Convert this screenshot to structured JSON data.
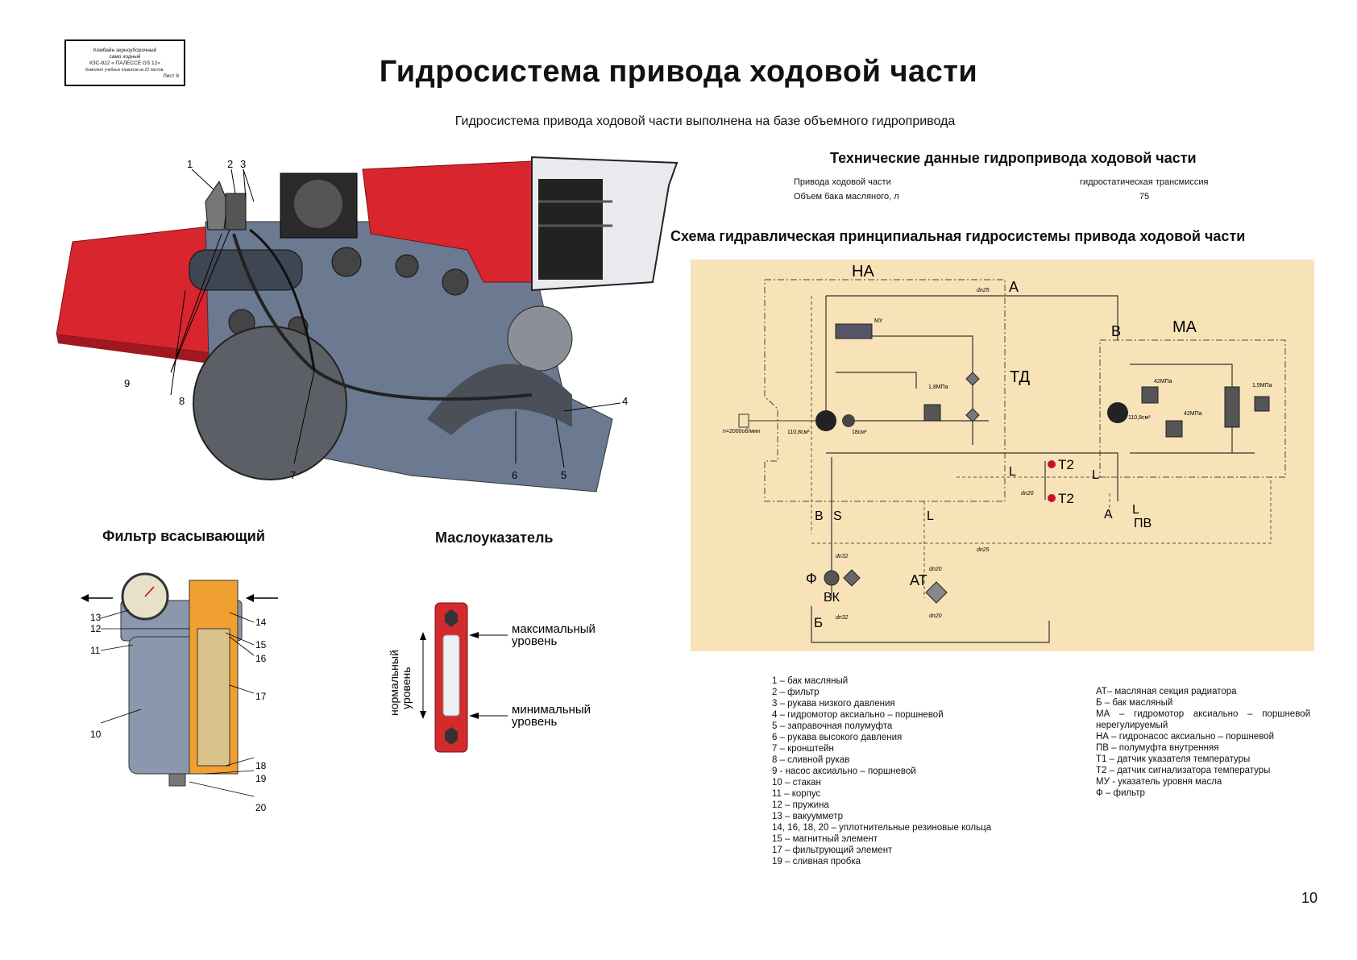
{
  "stamp": {
    "line1": "Комбайн зерноуборочный",
    "line2": "само ходный",
    "line3": "КЗС-812  « ПАЛЕССЕ GS 12»",
    "line4": "Комплект учебных плакатов из 22 листов.",
    "sheet": "Лист 8"
  },
  "title": "Гидросистема привода ходовой части",
  "subtitle": "Гидросистема привода ходовой части выполнена на базе объемного гидропривода",
  "tech": {
    "title": "Технические данные гидропривода ходовой части",
    "rows": [
      {
        "key": "Привода ходовой части",
        "value": "гидростатическая трансмиссия"
      },
      {
        "key": "Объем бака масляного, л",
        "value": "75"
      }
    ]
  },
  "scheme": {
    "title": "Схема гидравлическая принципиальная гидросистемы привода ходовой части",
    "labels": {
      "na": "НА",
      "ma": "МА",
      "a_top": "А",
      "b_right": "В",
      "td": "ТД",
      "l1": "L",
      "l2": "L",
      "l3": "L",
      "b_left": "В",
      "s": "S",
      "a_bottom": "А",
      "l_pv": "L",
      "pv": "ПВ",
      "t2a": "Т2",
      "t2b": "Т2",
      "f": "Ф",
      "vk": "ВК",
      "at": "АТ",
      "b_tank": "Б",
      "rpm": "n=2000об/мин",
      "vol1": "110,8см³",
      "vol2": "18см³",
      "vol3": "110,8см³",
      "p1": "1,8МПа",
      "p2": "42МПа",
      "p3": "42МПа",
      "p4": "1,5МПа",
      "dn25a": "dn25",
      "dn20a": "dn20",
      "dn25b": "dn25",
      "dn32a": "dn32",
      "dn20b": "dn20",
      "dn32b": "dn32",
      "dn20c": "dn20",
      "mu": "МУ"
    }
  },
  "combine_callouts": [
    "1",
    "2",
    "3",
    "4",
    "5",
    "6",
    "7",
    "8",
    "9"
  ],
  "filter": {
    "title": "Фильтр всасывающий",
    "callouts": [
      "13",
      "12",
      "11",
      "10",
      "14",
      "15",
      "16",
      "17",
      "18",
      "19",
      "20"
    ]
  },
  "oil_gauge": {
    "title": "Маслоуказатель",
    "max_label_1": "максимальный",
    "max_label_2": "уровень",
    "min_label_1": "минимальный",
    "min_label_2": "уровень",
    "normal_label_1": "нормальный",
    "normal_label_2": "уровень"
  },
  "legend_left": [
    "1 – бак масляный",
    "2 – фильтр",
    "3 – рукава низкого давления",
    "4 – гидромотор аксиально – поршневой",
    "5 – заправочная полумуфта",
    "6 – рукава высокого давления",
    "7 – кронштейн",
    "8 – сливной рукав",
    "9 - насос аксиально – поршневой",
    "10 – стакан",
    "11 – корпус",
    "12 – пружина",
    "13 – вакуумметр",
    "14, 16, 18, 20 – уплотнительные резиновые кольца",
    "15 – магнитный элемент",
    "17 – фильтрующий элемент",
    "19 – сливная пробка"
  ],
  "legend_right": [
    "АТ– масляная секция радиатора",
    "Б – бак масляный",
    "МА – гидромотор аксиально – поршневой нерегулируемый",
    "НА – гидронасос аксиально – поршневой",
    "ПВ – полумуфта внутренняя",
    "Т1 – датчик указателя температуры",
    "Т2 – датчик сигнализатора температуры",
    "МУ - указатель уровня масла",
    "Ф – фильтр"
  ],
  "page_number": "10",
  "colors": {
    "scheme_bg": "#f8e3b8",
    "combine_red": "#d9252e",
    "combine_body": "#6b7a90",
    "gauge_red": "#d32a2e",
    "filter_orange": "#f0a030",
    "sensor_red": "#c8102e"
  }
}
